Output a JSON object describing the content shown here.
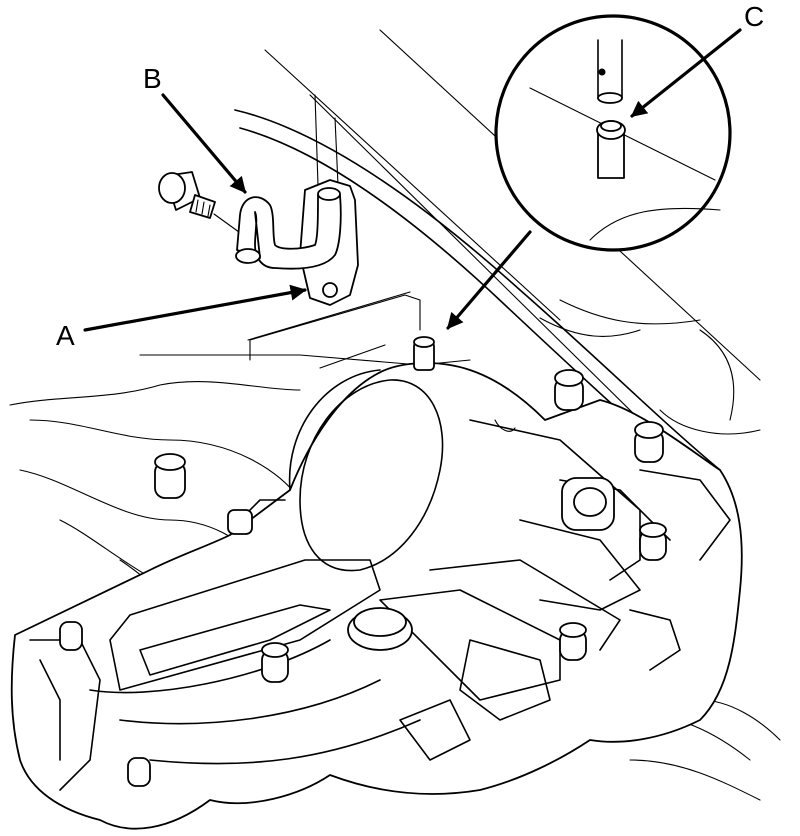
{
  "callouts": {
    "a": "A",
    "b": "B",
    "c": "C"
  },
  "icons": [
    "breather-hose",
    "hose-bracket",
    "bolt",
    "breather-tube",
    "differential-housing"
  ]
}
